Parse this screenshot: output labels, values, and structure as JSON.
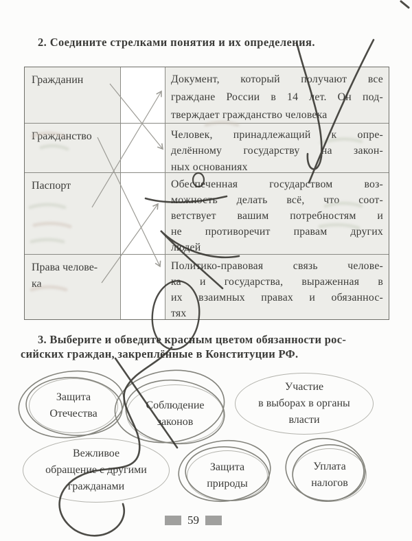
{
  "page": {
    "number": "59"
  },
  "colors": {
    "paper": "#fcfcfb",
    "cell_background": "#edede9",
    "table_border": "#6f6f69",
    "text": "#3b3b38",
    "printed_oval_stroke": "#b3b3ad",
    "hand_pencil_circle": "#83837c",
    "pen_ink_scribble": "#34332e",
    "pencil_arrow": "#a09f99",
    "bleedthrough_text": "#b4bab0",
    "footer_square": "#a0a09e"
  },
  "task2": {
    "title": "2. Соедините стрелками понятия и их определения.",
    "table": {
      "rows": [
        {
          "term_lines": [
            "Гражданин"
          ],
          "def_lines": [
            "Документ, который получают все",
            "граждане России в 14 лет. Он под-",
            "тверждает гражданство человека"
          ]
        },
        {
          "term_lines": [
            "Гражданство"
          ],
          "def_lines": [
            "Человек, принадлежащий к опре-",
            "делённому государству на закон-",
            "ных основаниях"
          ]
        },
        {
          "term_lines": [
            "Паспорт"
          ],
          "def_lines": [
            "Обеспеченная государством воз-",
            "можность  делать всё, что соот-",
            "ветствует вашим потребностям и",
            "не противоречит правам других",
            "людей"
          ]
        },
        {
          "term_lines": [
            "Права челове-",
            "ка"
          ],
          "def_lines": [
            "Политико-правовая связь челове-",
            "ка и государства, выраженная в",
            "их взаимных правах и обязаннос-",
            "тях"
          ]
        }
      ]
    },
    "drawn_connections": [
      {
        "from": "Гражданин",
        "to_definition": "Человек, принадлежащий к определённому государству на законных основаниях"
      },
      {
        "from": "Гражданство",
        "to_definition": "Политико-правовая связь человека и государства, выраженная в их взаимных правах и обязанностях"
      },
      {
        "from": "Паспорт",
        "to_definition": "Документ, который получают все граждане России в 14 лет. Он подтверждает гражданство человека"
      },
      {
        "from": "Права человека",
        "to_definition": "Обеспеченная государством возможность делать всё, что соответствует вашим потребностям и не противоречит правам других людей"
      }
    ]
  },
  "task3": {
    "title_lines": [
      "3. Выберите и обведите красным цветом обязанности рос-",
      "сийских граждан, закреплённые в Конституции РФ."
    ],
    "options": [
      {
        "lines": [
          "Защита",
          "Отечества"
        ],
        "hand_circled": true
      },
      {
        "lines": [
          "Соблюдение",
          "законов"
        ],
        "hand_circled": true
      },
      {
        "lines": [
          "Участие",
          "в выборах в органы",
          "власти"
        ],
        "hand_circled": false
      },
      {
        "lines": [
          "Вежливое",
          "обращение с другими",
          "гражданами"
        ],
        "hand_circled": false
      },
      {
        "lines": [
          "Защита",
          "природы"
        ],
        "hand_circled": true
      },
      {
        "lines": [
          "Уплата",
          "налогов"
        ],
        "hand_circled": true
      }
    ]
  },
  "bleedthrough": {
    "row1_mirrored": "Что значит быть гражданином?",
    "bottom_mirrored": "5. Согласны ли вы со следующим высказыванием?"
  }
}
